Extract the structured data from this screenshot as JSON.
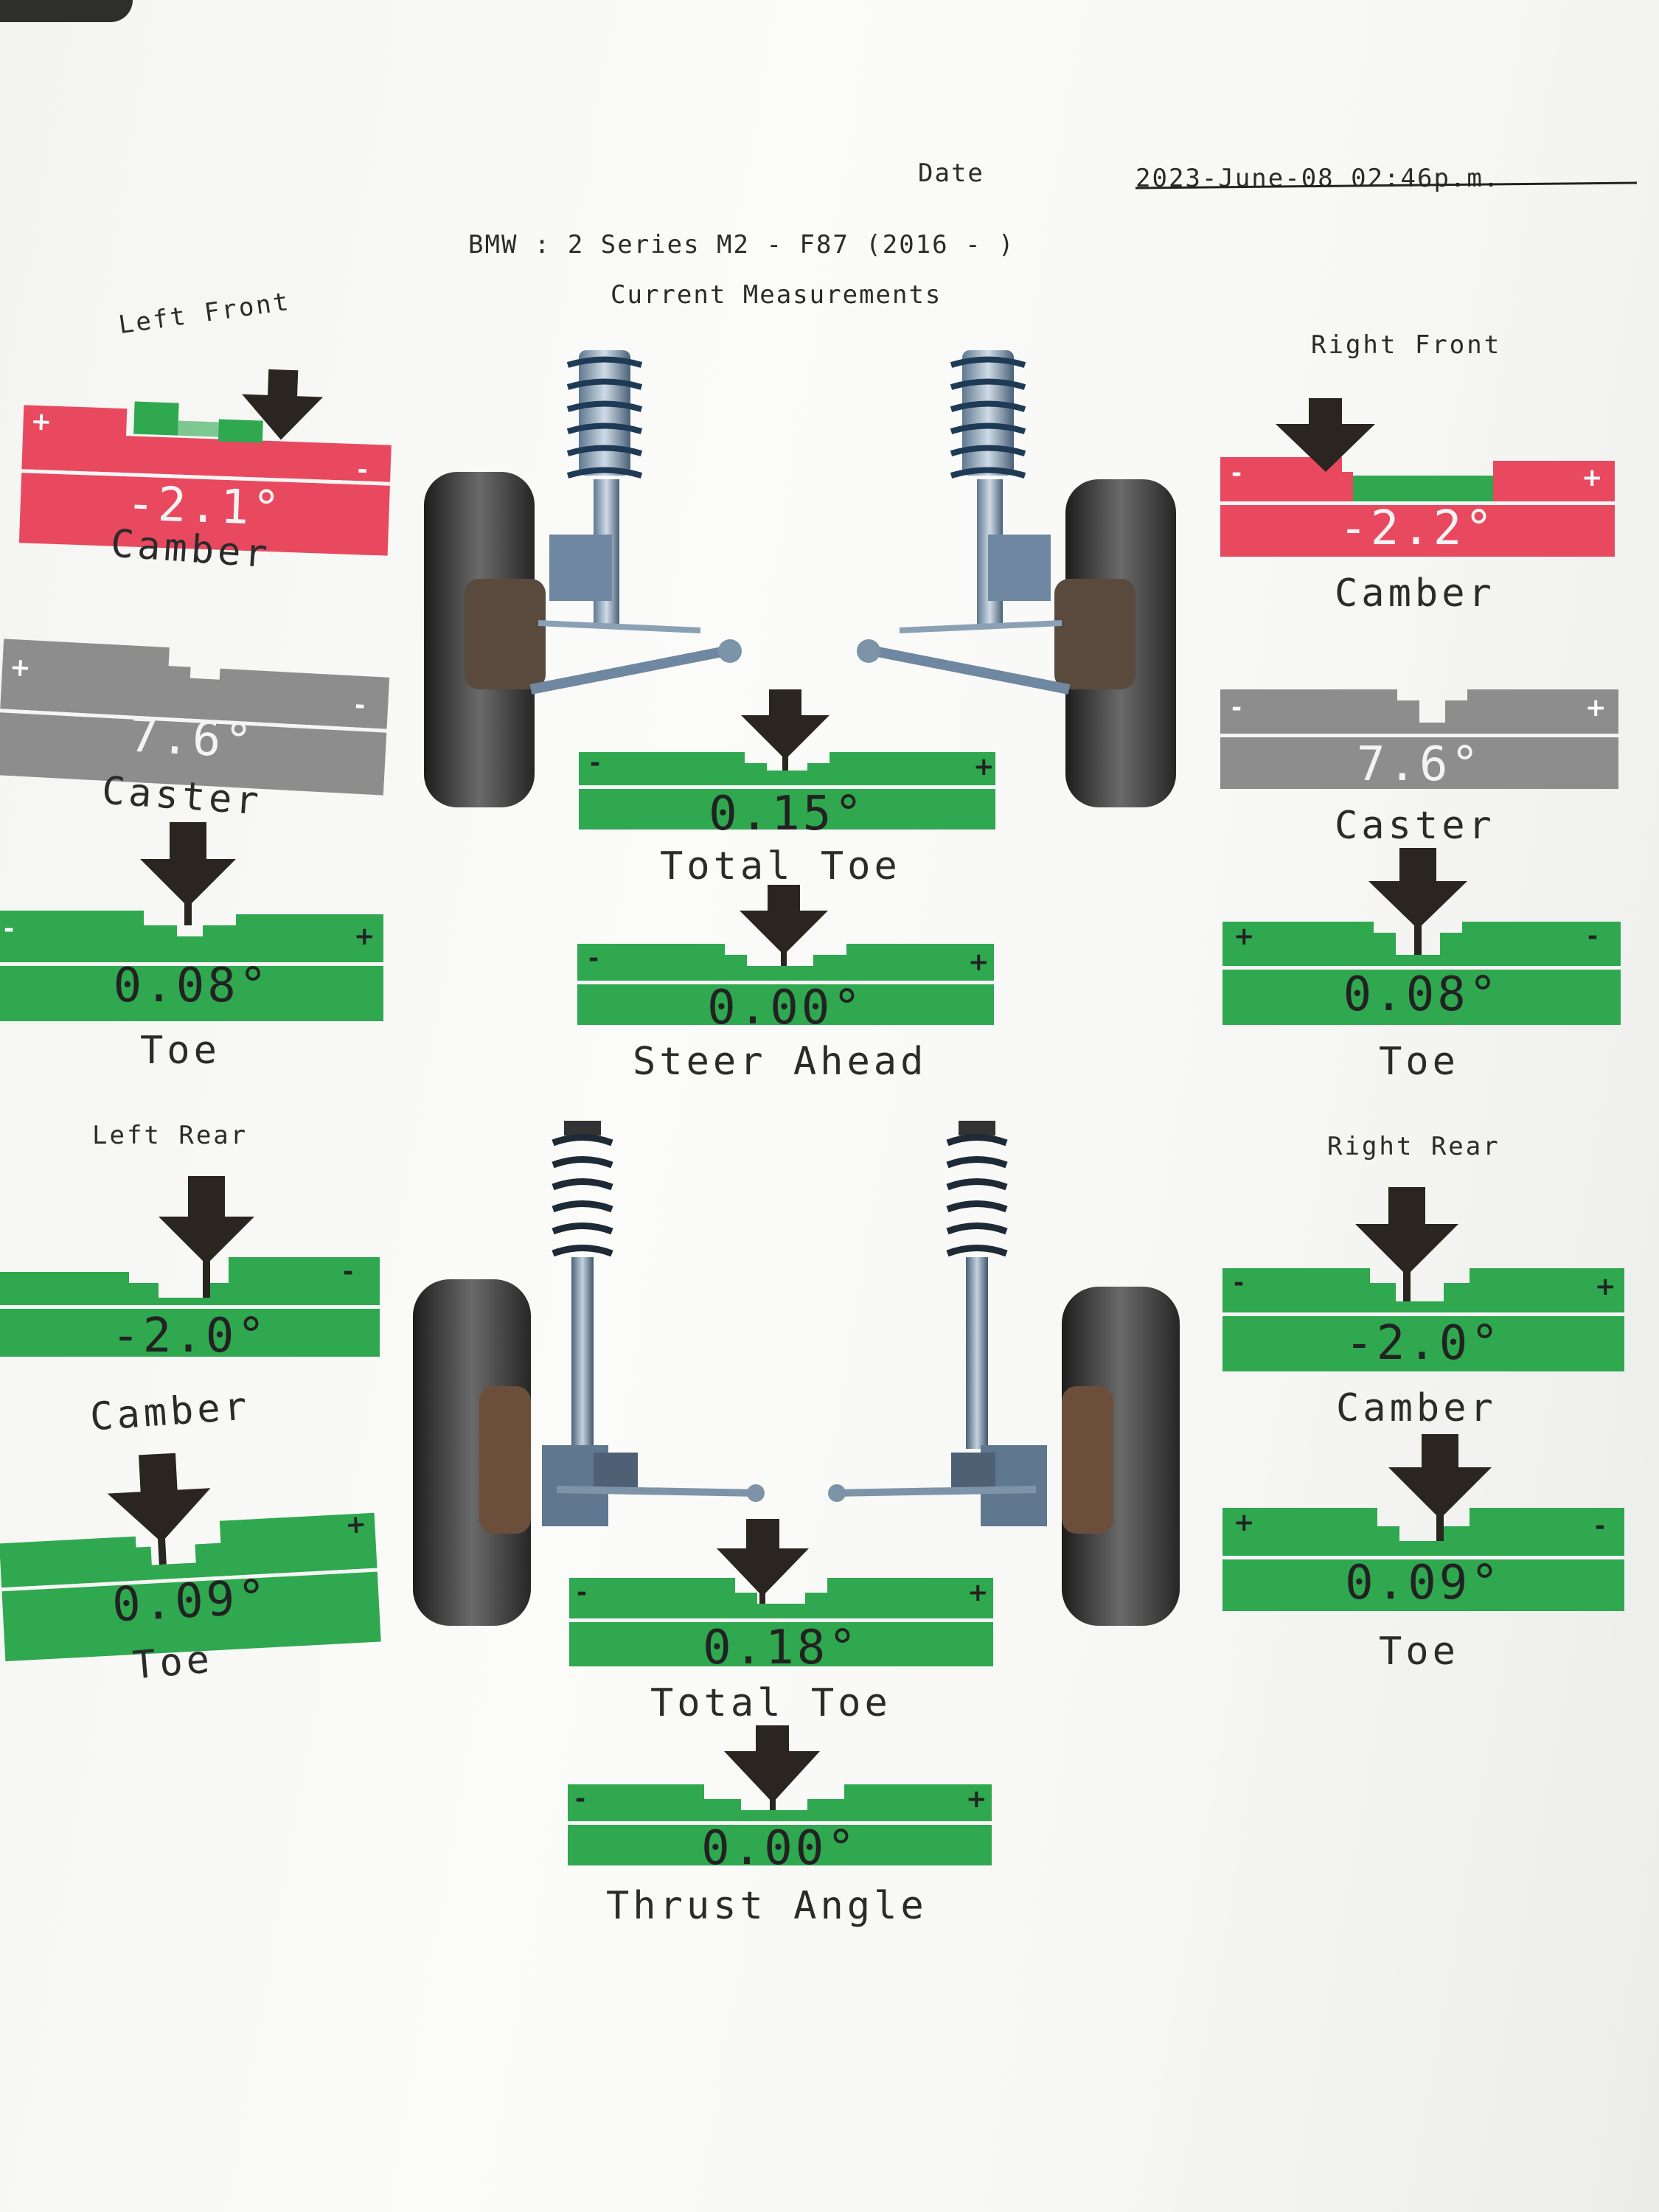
{
  "header": {
    "date_label": "Date",
    "date_value": "2023-June-08 02:46p.m.",
    "vehicle": "BMW : 2 Series M2 - F87 (2016 -      )",
    "subtitle": "Current Measurements"
  },
  "front": {
    "left_title": "Left Front",
    "right_title": "Right Front",
    "left_camber": {
      "value": "-2.1°",
      "label": "Camber"
    },
    "left_caster": {
      "value": "7.6°",
      "label": "Caster"
    },
    "left_toe": {
      "value": "0.08°",
      "label": "Toe"
    },
    "right_camber": {
      "value": "-2.2°",
      "label": "Camber"
    },
    "right_caster": {
      "value": "7.6°",
      "label": "Caster"
    },
    "right_toe": {
      "value": "0.08°",
      "label": "Toe"
    },
    "total_toe": {
      "value": "0.15°",
      "label": "Total Toe"
    },
    "steer_ahead": {
      "value": "0.00°",
      "label": "Steer Ahead"
    }
  },
  "rear": {
    "left_title": "Left Rear",
    "right_title": "Right Rear",
    "left_camber": {
      "value": "-2.0°",
      "label": "Camber"
    },
    "left_toe": {
      "value": "0.09°",
      "label": "Toe"
    },
    "right_camber": {
      "value": "-2.0°",
      "label": "Camber"
    },
    "right_toe": {
      "value": "0.09°",
      "label": "Toe"
    },
    "total_toe": {
      "value": "0.18°",
      "label": "Total Toe"
    },
    "thrust_angle": {
      "value": "0.00°",
      "label": "Thrust Angle"
    }
  },
  "signs": {
    "plus": "+",
    "minus": "-"
  },
  "colors": {
    "out_of_spec": "#e8495f",
    "in_spec": "#2fa84f",
    "no_spec": "#8d8d8d",
    "arrow": "#2a2520"
  }
}
